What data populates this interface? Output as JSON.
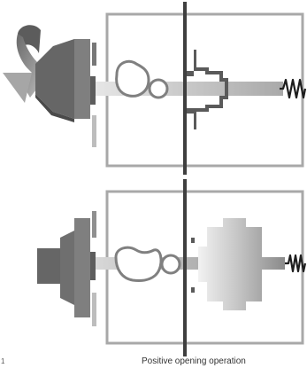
{
  "caption": "Positive opening operation",
  "figure_number": "1",
  "colors": {
    "frame": "#a8a8a8",
    "dark_part": "#5a5a5a",
    "mid_part": "#7c7c7c",
    "light_part": "#c4c4c4",
    "shaft": "#b9b9b9",
    "arrow": "#9a9a9a",
    "spring": "#1e1e1e"
  },
  "panels": [
    {
      "name": "top-panel",
      "state": "idle"
    },
    {
      "name": "bottom-panel",
      "state": "actuated"
    }
  ]
}
